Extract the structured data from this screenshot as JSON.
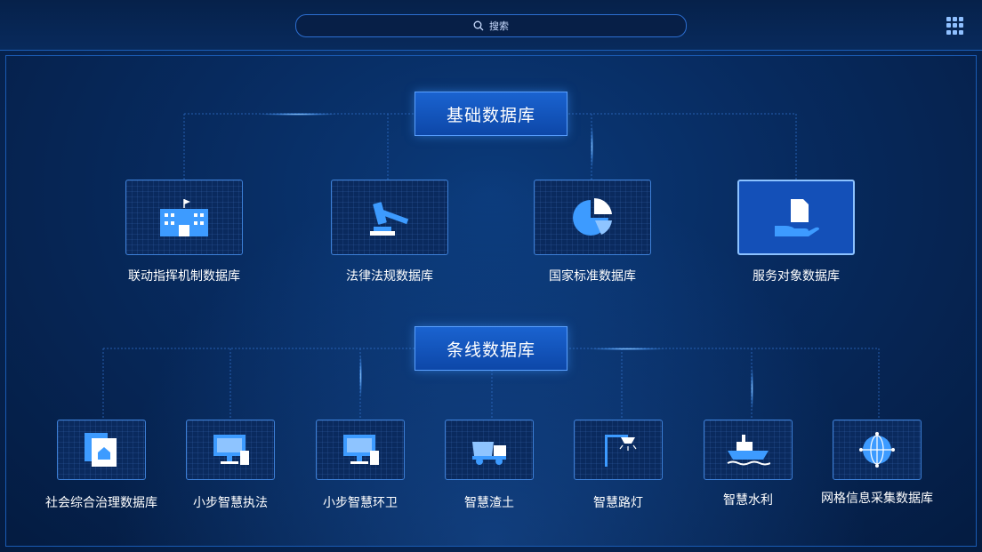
{
  "search": {
    "label": "搜索"
  },
  "sections": {
    "basic": {
      "title": "基础数据库"
    },
    "line": {
      "title": "条线数据库"
    }
  },
  "basic_items": [
    {
      "label": "联动指挥机制数据库",
      "icon": "building-icon"
    },
    {
      "label": "法律法规数据库",
      "icon": "gavel-icon"
    },
    {
      "label": "国家标准数据库",
      "icon": "pie-chart-icon"
    },
    {
      "label": "服务对象数据库",
      "icon": "hand-document-icon",
      "selected": true
    }
  ],
  "line_items": [
    {
      "label": "社会综合治理数据库",
      "icon": "home-document-icon"
    },
    {
      "label": "小步智慧执法",
      "icon": "monitor-icon"
    },
    {
      "label": "小步智慧环卫",
      "icon": "monitor-icon"
    },
    {
      "label": "智慧渣土",
      "icon": "truck-icon"
    },
    {
      "label": "智慧路灯",
      "icon": "streetlight-icon"
    },
    {
      "label": "智慧水利",
      "icon": "ship-icon"
    },
    {
      "label": "网格信息采集数据库",
      "icon": "globe-icon"
    }
  ],
  "colors": {
    "accent": "#1a63d0",
    "background": "#072a5e",
    "icon_blue": "#3d9bff"
  }
}
